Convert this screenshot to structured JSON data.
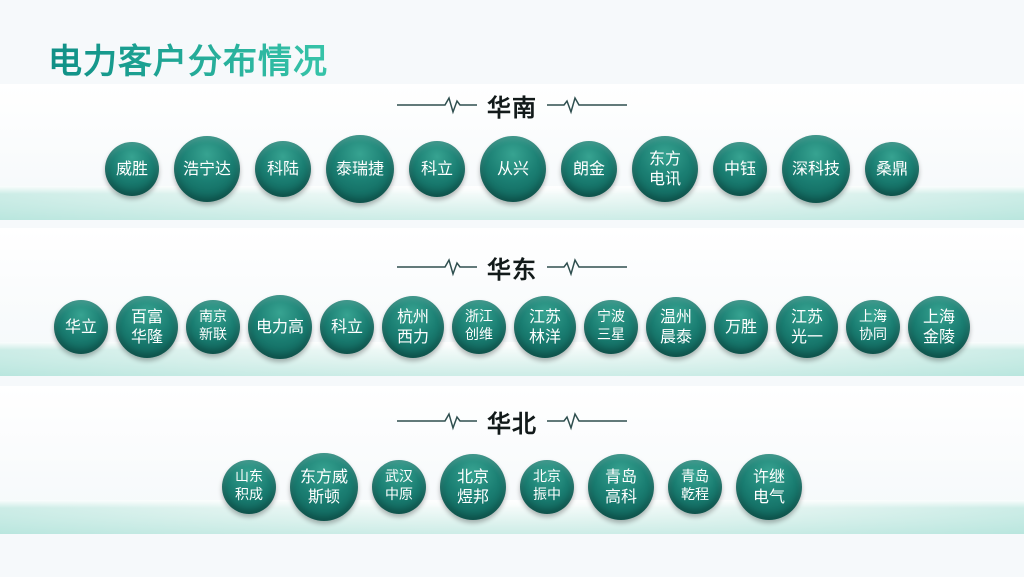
{
  "title": "电力客户分布情况",
  "regions": [
    {
      "name": "华南",
      "customers": [
        "威胜",
        "浩宁达",
        "科陆",
        "泰瑞捷",
        "科立",
        "从兴",
        "朗金",
        "东方\n电讯",
        "中钰",
        "深科技",
        "桑鼎"
      ]
    },
    {
      "name": "华东",
      "customers": [
        "华立",
        "百富\n华隆",
        "南京\n新联",
        "电力高",
        "科立",
        "杭州\n西力",
        "浙江\n创维",
        "江苏\n林洋",
        "宁波\n三星",
        "温州\n晨泰",
        "万胜",
        "江苏\n光一",
        "上海\n协同",
        "上海\n金陵"
      ]
    },
    {
      "name": "华北",
      "customers": [
        "山东\n积成",
        "东方威\n斯顿",
        "武汉\n中原",
        "北京\n煜邦",
        "北京\n振中",
        "青岛\n高科",
        "青岛\n乾程",
        "许继\n电气"
      ]
    }
  ],
  "colors": {
    "accent": "#17a394",
    "ball": "#1b7f73",
    "floor": "#b9e6de"
  }
}
